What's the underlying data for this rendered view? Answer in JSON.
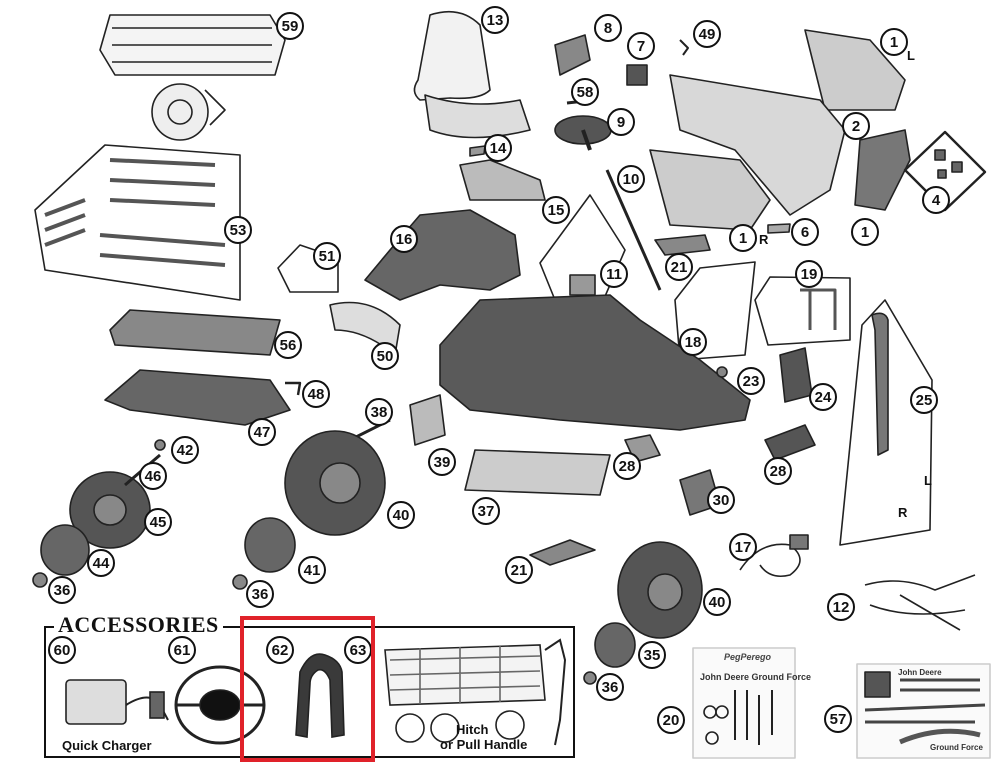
{
  "diagram": {
    "callouts": {
      "c59": "59",
      "c13": "13",
      "c8": "8",
      "c7": "7",
      "c49": "49",
      "c1a": "1",
      "c58": "58",
      "c9": "9",
      "c2": "2",
      "c14": "14",
      "c4": "4",
      "c10": "10",
      "c15": "15",
      "c53": "53",
      "c16": "16",
      "c1b": "1",
      "c6": "6",
      "c1c": "1",
      "c51": "51",
      "c21a": "21",
      "c11": "11",
      "c19": "19",
      "c56": "56",
      "c50": "50",
      "c18": "18",
      "c23": "23",
      "c24": "24",
      "c25": "25",
      "c48": "48",
      "c38": "38",
      "c47": "47",
      "c42": "42",
      "c39": "39",
      "c28a": "28",
      "c28b": "28",
      "c46": "46",
      "c30": "30",
      "c45": "45",
      "c40a": "40",
      "c37": "37",
      "c17": "17",
      "c44": "44",
      "c41": "41",
      "c21b": "21",
      "c40b": "40",
      "c36a": "36",
      "c36b": "36",
      "c12": "12",
      "c60": "60",
      "c61": "61",
      "c62": "62",
      "c63": "63",
      "c35": "35",
      "c36c": "36",
      "c20": "20",
      "c57": "57"
    },
    "side_labels": {
      "l1": "L",
      "r1": "R",
      "l25": "L",
      "r25": "R"
    },
    "accessories": {
      "title": "ACCESSORIES",
      "quick_charger": "Quick Charger",
      "hitch_line1": "Hitch",
      "hitch_line2": "or Pull Handle"
    },
    "hardware_box": {
      "brand": "PegPerego",
      "line": "John Deere  Ground Force"
    },
    "decals": {
      "text1": "Ground Force",
      "text2": "John Deere"
    },
    "highlight_color": "#e0222a"
  }
}
